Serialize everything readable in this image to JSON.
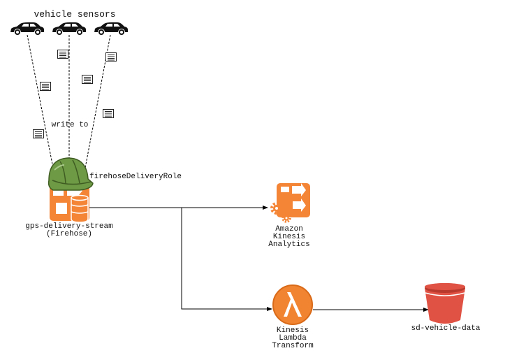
{
  "title": "vehicle sensors",
  "edge_label": "write to",
  "role_label": "firehoseDeliveryRole",
  "firehose": {
    "name": "gps-delivery-stream",
    "kind": "(Firehose)"
  },
  "analytics": {
    "line1": "Amazon",
    "line2": "Kinesis",
    "line3": "Analytics"
  },
  "lambda": {
    "line1": "Kinesis",
    "line2": "Lambda",
    "line3": "Transform"
  },
  "bucket": {
    "name": "sd-vehicle-data"
  },
  "icons": {
    "vehicles": [
      "car-icon",
      "car-icon",
      "car-icon"
    ],
    "records": [
      "document-icon",
      "document-icon",
      "document-icon",
      "document-icon",
      "document-icon",
      "document-icon"
    ],
    "role": "hard-hat-icon",
    "firehose": "firehose-icon",
    "analytics": "kinesis-analytics-icon",
    "lambda": "lambda-icon",
    "bucket": "s3-bucket-icon"
  },
  "colors": {
    "aws_orange": "#f58536",
    "lambda_orange": "#f08430",
    "bucket_red": "#e05243",
    "hat_green": "#6e9a45",
    "line": "#000000"
  }
}
